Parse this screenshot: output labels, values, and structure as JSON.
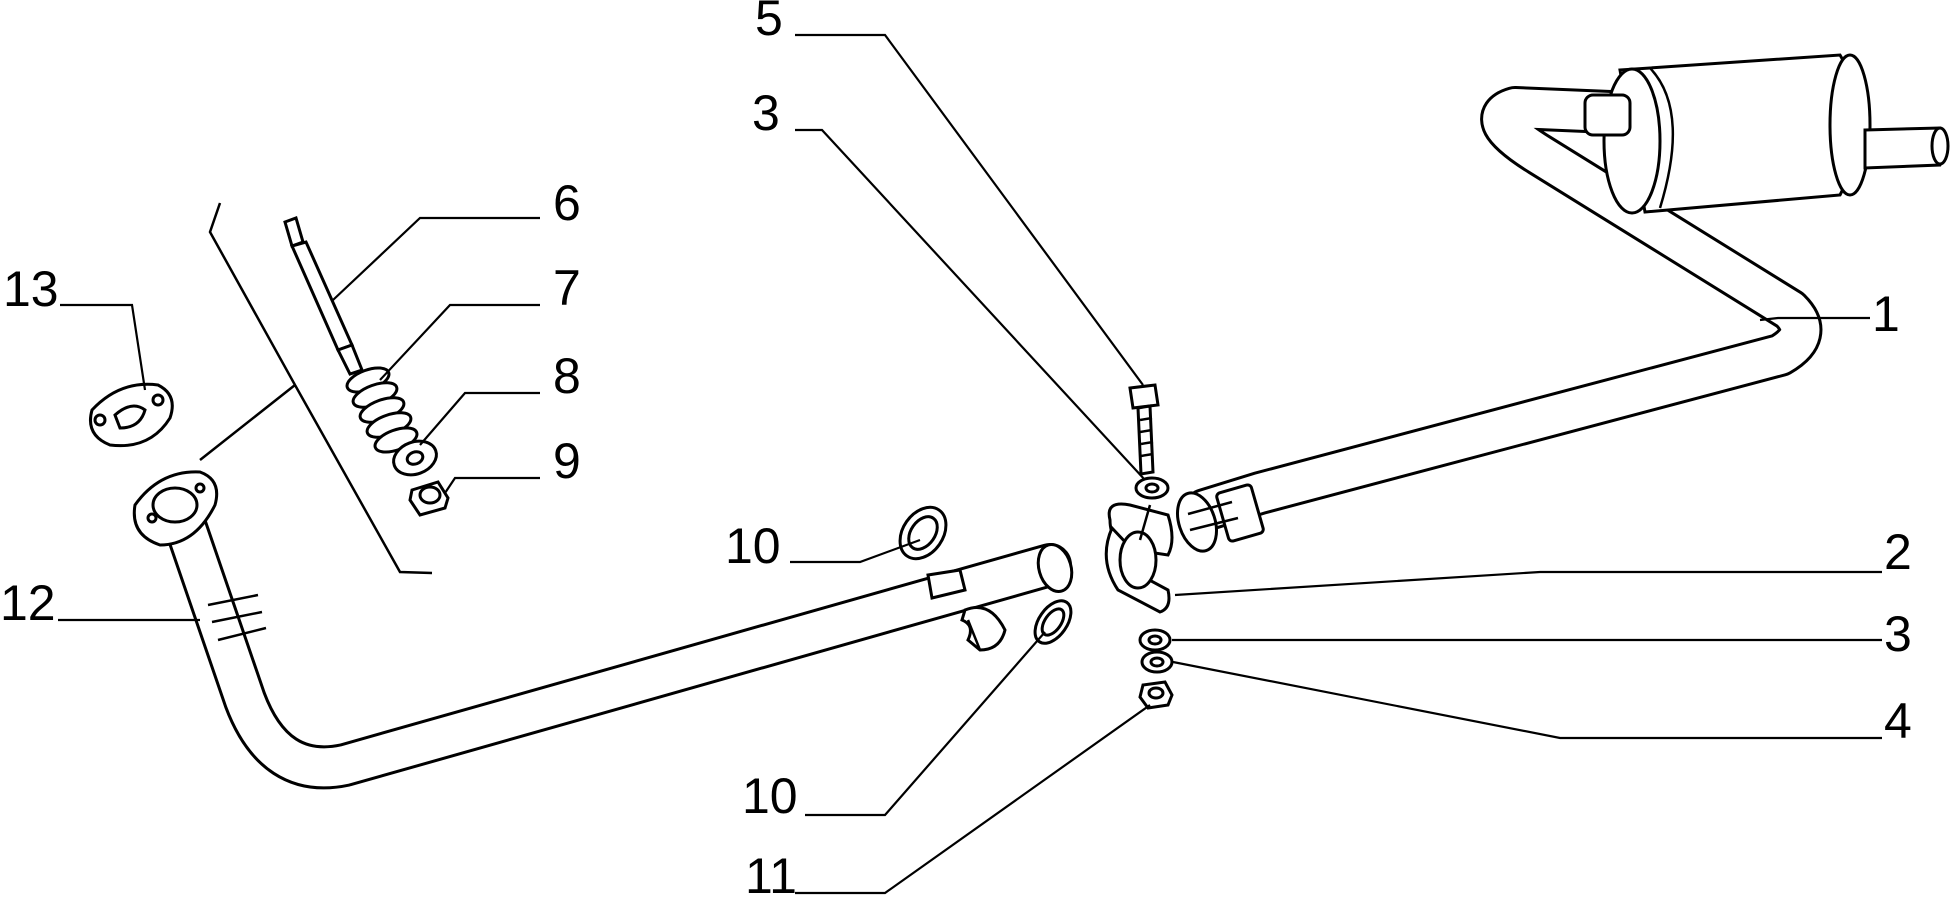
{
  "colors": {
    "background": "#ffffff",
    "ink": "#000000"
  },
  "diagram": {
    "callouts": [
      {
        "id": "c1",
        "label": "1"
      },
      {
        "id": "c2",
        "label": "2"
      },
      {
        "id": "c3a",
        "label": "3"
      },
      {
        "id": "c3b",
        "label": "3"
      },
      {
        "id": "c4",
        "label": "4"
      },
      {
        "id": "c5",
        "label": "5"
      },
      {
        "id": "c6",
        "label": "6"
      },
      {
        "id": "c7",
        "label": "7"
      },
      {
        "id": "c8",
        "label": "8"
      },
      {
        "id": "c9",
        "label": "9"
      },
      {
        "id": "c10a",
        "label": "10"
      },
      {
        "id": "c10b",
        "label": "10"
      },
      {
        "id": "c11",
        "label": "11"
      },
      {
        "id": "c12",
        "label": "12"
      },
      {
        "id": "c13",
        "label": "13"
      }
    ]
  }
}
